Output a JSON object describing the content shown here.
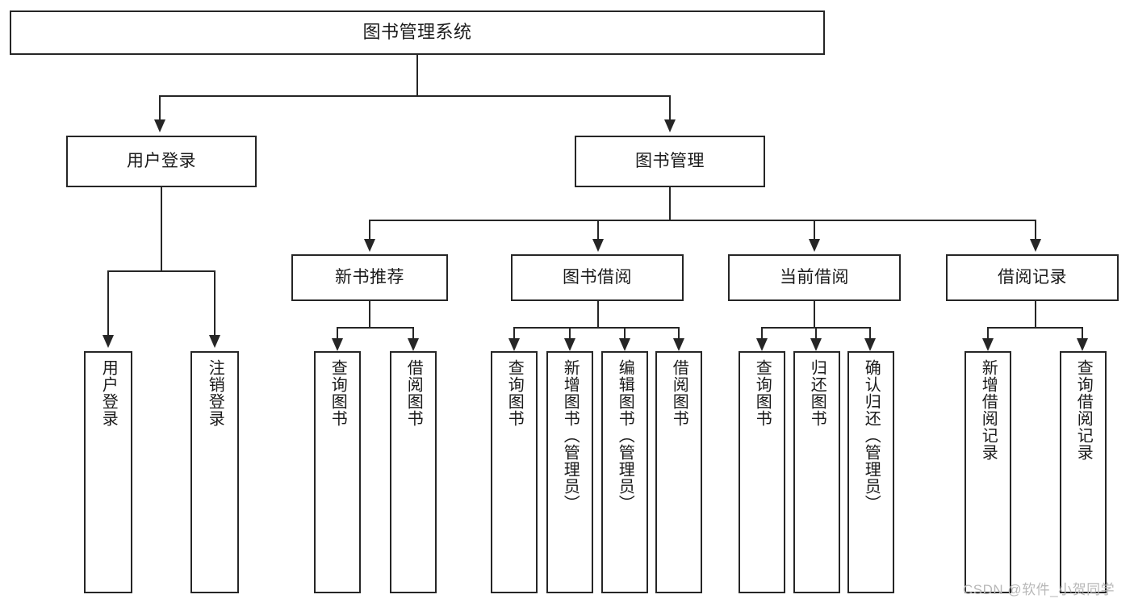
{
  "diagram": {
    "type": "tree-hierarchy-chart",
    "title": "图书管理系统",
    "root": {
      "label": "图书管理系统"
    },
    "level1": [
      {
        "label": "用户登录"
      },
      {
        "label": "图书管理"
      }
    ],
    "level2": [
      {
        "label": "新书推荐"
      },
      {
        "label": "图书借阅"
      },
      {
        "label": "当前借阅"
      },
      {
        "label": "借阅记录"
      }
    ],
    "leaves": {
      "user_login": [
        {
          "label": "用户登录"
        },
        {
          "label": "注销登录"
        }
      ],
      "new_book_recommend": [
        {
          "label": "查询图书"
        },
        {
          "label": "借阅图书"
        }
      ],
      "book_borrow": [
        {
          "label": "查询图书"
        },
        {
          "label": "新增图书（管理员）"
        },
        {
          "label": "编辑图书（管理员）"
        },
        {
          "label": "借阅图书"
        }
      ],
      "current_borrow": [
        {
          "label": "查询图书"
        },
        {
          "label": "归还图书"
        },
        {
          "label": "确认归还（管理员）"
        }
      ],
      "borrow_record": [
        {
          "label": "新增借阅记录"
        },
        {
          "label": "查询借阅记录"
        }
      ]
    }
  },
  "watermark": {
    "text": "CSDN @软件_小贺同学"
  },
  "colors": {
    "stroke": "#262626",
    "background": "#ffffff",
    "text": "#1a1a1a",
    "watermark": "#b8b8b8"
  }
}
